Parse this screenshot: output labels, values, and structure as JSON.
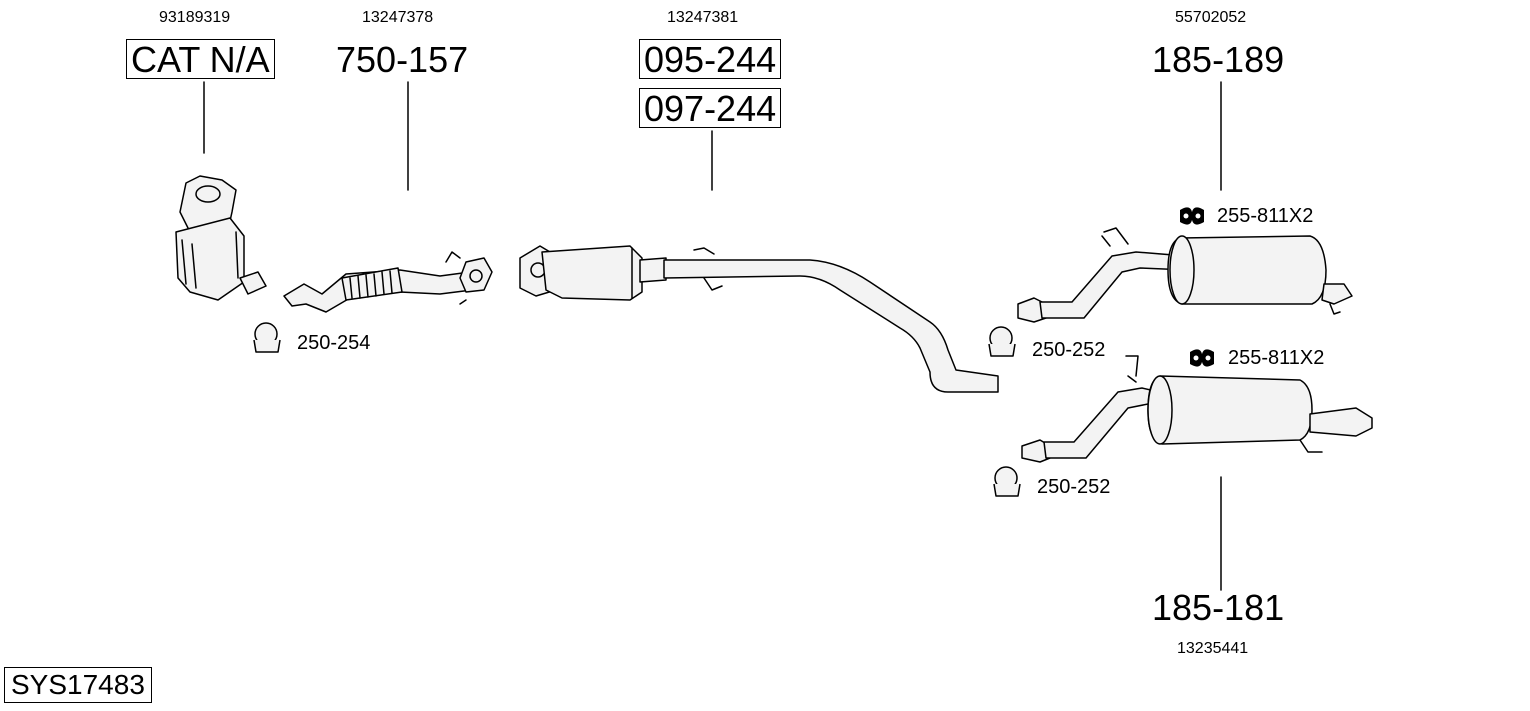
{
  "parts": {
    "catalyst": {
      "oe_number": "93189319",
      "code": "CAT N/A",
      "clamp": "250-254"
    },
    "front_pipe": {
      "oe_number": "13247378",
      "code": "750-157"
    },
    "middle": {
      "oe_number": "13247381",
      "code_1": "095-244",
      "code_2": "097-244"
    },
    "rear_upper": {
      "oe_number": "55702052",
      "code": "185-189",
      "mount": "255-811X2",
      "clamp": "250-252"
    },
    "rear_lower": {
      "oe_number": "13235441",
      "code": "185-181",
      "mount": "255-811X2",
      "clamp": "250-252"
    }
  },
  "system_id": "SYS17483"
}
